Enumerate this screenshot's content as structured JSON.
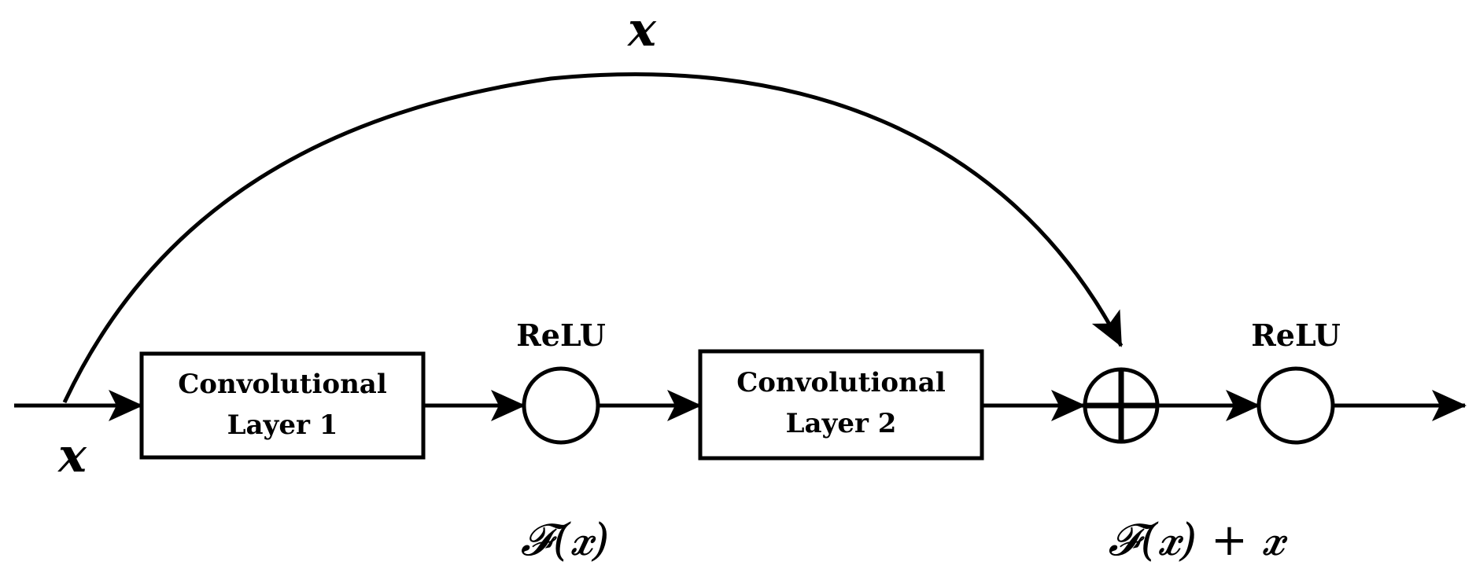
{
  "diagram": {
    "input_label": "𝒙",
    "skip_label": "𝒙",
    "layer1": {
      "line1": "Convolutional",
      "line2": "Layer 1"
    },
    "layer2": {
      "line1": "Convolutional",
      "line2": "Layer 2"
    },
    "relu1_label": "ReLU",
    "relu2_label": "ReLU",
    "residual_label": "𝓕(𝒙)",
    "output_label": "𝓕(𝒙)  +  𝒙"
  }
}
